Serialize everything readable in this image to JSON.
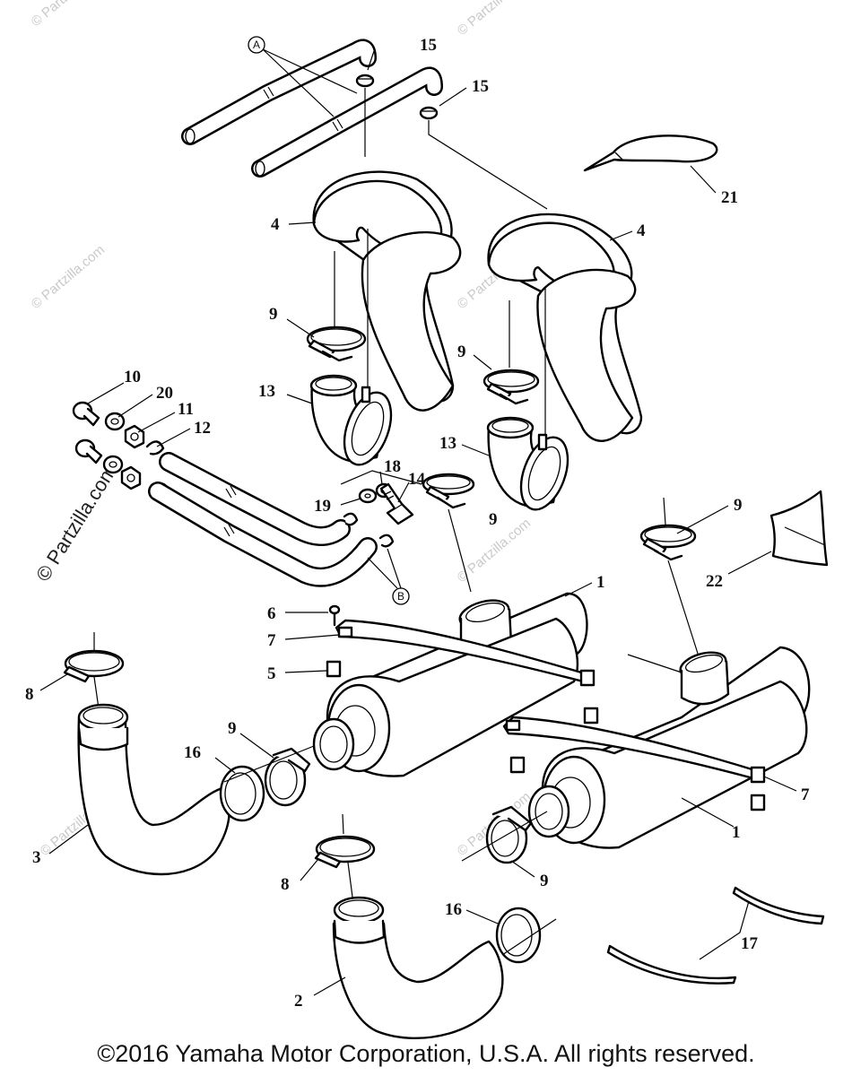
{
  "watermark": {
    "text": "© Partzilla.com",
    "side_text": "© Partzilla.com"
  },
  "callouts": {
    "c1a": "1",
    "c1b": "1",
    "c2": "2",
    "c3": "3",
    "c4a": "4",
    "c4b": "4",
    "c5": "5",
    "c6": "6",
    "c7a": "7",
    "c7b": "7",
    "c8a": "8",
    "c8b": "8",
    "c9a": "9",
    "c9b": "9",
    "c9c": "9",
    "c9d": "9",
    "c9e": "9",
    "c9f": "9",
    "c10": "10",
    "c11": "11",
    "c12": "12",
    "c13a": "13",
    "c13b": "13",
    "c14": "14",
    "c15a": "15",
    "c15b": "15",
    "c16a": "16",
    "c16b": "16",
    "c17": "17",
    "c18": "18",
    "c19": "19",
    "c20": "20",
    "c21": "21",
    "c22": "22"
  },
  "ref_marks": {
    "a": "A",
    "b": "B"
  },
  "footer": {
    "copyright": "©2016 Yamaha Motor Corporation, U.S.A. All rights reserved."
  }
}
